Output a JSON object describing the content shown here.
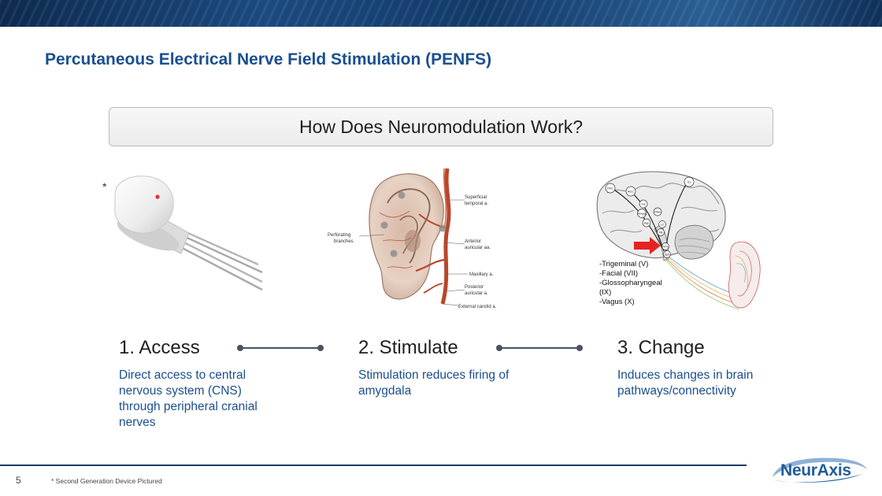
{
  "slide": {
    "title": "Percutaneous Electrical Nerve Field Stimulation (PENFS)",
    "question": "How Does Neuromodulation Work?",
    "asterisk": "*",
    "page_number": "5",
    "footnote": "* Second Generation Device Pictured"
  },
  "ear_diagram": {
    "labels": {
      "superficial_temporal_1": "Superficial",
      "superficial_temporal_2": "temporal a.",
      "perforating_1": "Perforating",
      "perforating_2": "branches",
      "anterior_auricular_1": "Anterior",
      "anterior_auricular_2": "auricular aa.",
      "maxillary": "Maxillary a.",
      "posterior_auricular_1": "Posterior",
      "posterior_auricular_2": "auricular a.",
      "external_carotid": "External carotid a."
    }
  },
  "brain_diagram": {
    "nodes": {
      "pfc": "PFC",
      "acc": "ACC",
      "s1": "S1",
      "ins": "Ins",
      "amyg": "Amyg",
      "hyp": "Hyp",
      "pag": "PAG",
      "lc": "LC",
      "pb": "PB",
      "nts": "NTS",
      "sp5": "Sp5"
    },
    "nerves": [
      "-Trigeminal (V)",
      "-Facial (VII)",
      "-Glossopharyngeal",
      "(IX)",
      "-Vagus (X)"
    ]
  },
  "steps": [
    {
      "title": "1. Access",
      "description": "Direct access to central nervous system (CNS) through peripheral cranial nerves"
    },
    {
      "title": "2. Stimulate",
      "description": "Stimulation reduces firing of amygdala"
    },
    {
      "title": "3. Change",
      "description": "Induces changes in brain pathways/connectivity"
    }
  ],
  "logo": {
    "text": "NeurAxis"
  },
  "colors": {
    "title_blue": "#1a4f8f",
    "description_blue": "#1a4f8f",
    "banner_navy": "#0d2a4f",
    "arrow_red": "#e52421",
    "device_led": "#e2322e",
    "logo_blue": "#1f5d99"
  }
}
